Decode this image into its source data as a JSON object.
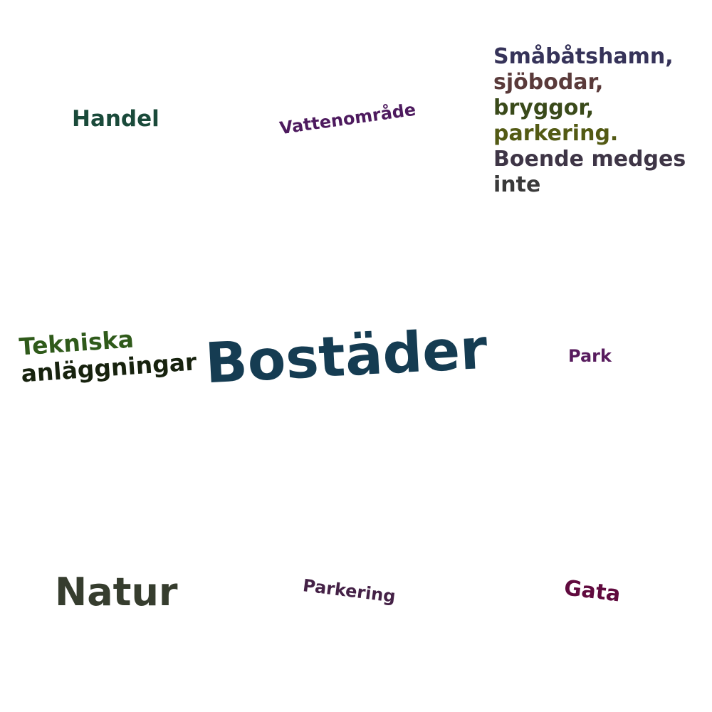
{
  "words": {
    "handel": {
      "text": "Handel",
      "color": "#1a4a3a"
    },
    "vatten": {
      "text": "Vattenområde",
      "color": "#4d1a5e"
    },
    "bostader": {
      "text": "Bostäder",
      "color": "#153c52"
    },
    "park": {
      "text": "Park",
      "color": "#581c5e"
    },
    "natur": {
      "text": "Natur",
      "color": "#363d2e"
    },
    "parkering": {
      "text": "Parkering",
      "color": "#442146"
    },
    "gata": {
      "text": "Gata",
      "color": "#600a3e"
    }
  },
  "tekniska": {
    "line1": {
      "text": "Tekniska",
      "color": "#2f5a1a"
    },
    "line2": {
      "text": "anläggningar",
      "color": "#17220e"
    }
  },
  "smabatshamn": {
    "lines": [
      {
        "text": "Småbåtshamn,",
        "color": "#363359"
      },
      {
        "text": "sjöbodar,",
        "color": "#5a3a3a"
      },
      {
        "text": "bryggor,",
        "color": "#3a4a1a"
      },
      {
        "text": "parkering.",
        "color": "#535a14"
      },
      {
        "text": "Boende medges",
        "color": "#3e3546"
      },
      {
        "text": "inte",
        "color": "#3a3a3a"
      }
    ]
  }
}
